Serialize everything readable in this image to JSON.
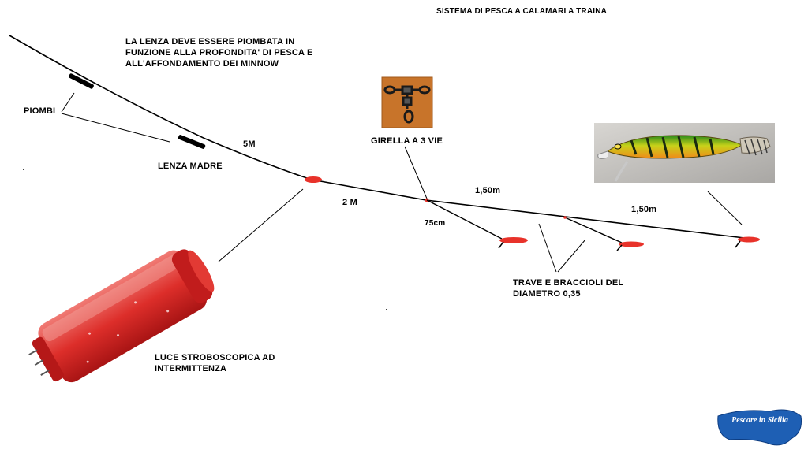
{
  "title": "SISTEMA DI PESCA A CALAMARI A TRAINA",
  "note_lines": [
    "LA LENZA DEVE ESSERE PIOMBATA IN",
    "FUNZIONE ALLA PROFONDITA' DI PESCA E",
    "ALL'AFFONDAMENTO DEI MINNOW"
  ],
  "labels": {
    "piombi": "PIOMBI",
    "lenza_madre": "LENZA MADRE",
    "len_5m": "5M",
    "len_2m": "2 M",
    "girella": "GIRELLA A 3 VIE",
    "len_75cm": "75cm",
    "len_150_a": "1,50m",
    "len_150_b": "1,50m",
    "trave_line1": "TRAVE E BRACCIOLI DEL",
    "trave_line2": "DIAMETRO 0,35",
    "luce_line1": "LUCE STROBOSCOPICA AD",
    "luce_line2": "INTERMITTENZA"
  },
  "logo": {
    "text": "Pescare in Sicilia"
  },
  "icons": {
    "swivel": "three-way-swivel-icon",
    "minnow": "squid-jig-minnow-icon",
    "light": "strobe-light-icon",
    "logo": "sicily-map-logo-icon"
  },
  "colors": {
    "line": "#000000",
    "lure_red": "#e8322a",
    "light_red": "#d82a2a",
    "swivel_bg": "#c8742a",
    "logo_blue": "#1e5fb4"
  }
}
